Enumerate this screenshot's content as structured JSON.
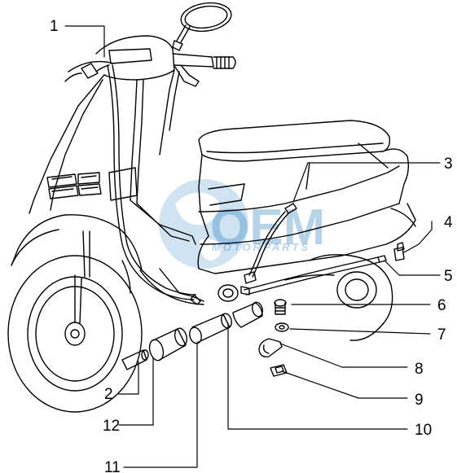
{
  "callouts": [
    "1",
    "2",
    "3",
    "4",
    "5",
    "6",
    "7",
    "8",
    "9",
    "10",
    "11",
    "12"
  ],
  "watermark": {
    "title": "OEM",
    "subtitle": "MOTORPARTS",
    "color": "#2f82c4"
  }
}
